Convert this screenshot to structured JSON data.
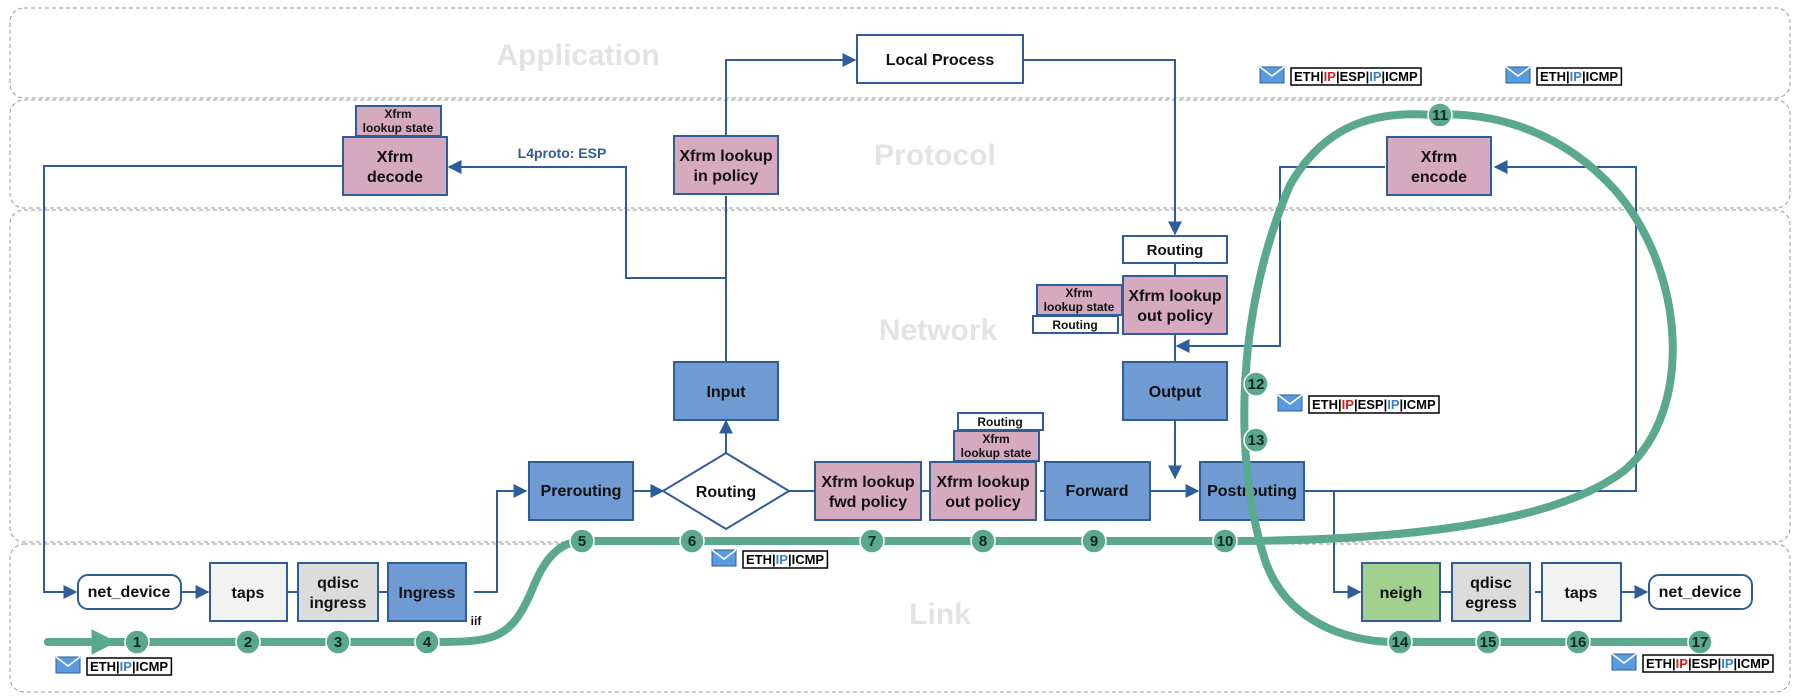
{
  "colors": {
    "blue_box": "#6f9ad2",
    "blue_stroke": "#2e5d9a",
    "pink_box": "#d5a9be",
    "green_box": "#a4d08f",
    "gray_box": "#dcdcdc",
    "light_box": "#f2f2f2",
    "path_green": "#5aa88d",
    "arrow_blue": "#2e5d9a",
    "header_red": "#d62020",
    "header_blue": "#3a7fd0"
  },
  "layers": {
    "application": "Application",
    "protocol": "Protocol",
    "network": "Network",
    "link": "Link"
  },
  "nodes": {
    "local_process": "Local Process",
    "xfrm_lookup_in_l1": "Xfrm lookup",
    "xfrm_lookup_in_l2": "in policy",
    "xfrm_decode_l1": "Xfrm",
    "xfrm_decode_l2": "decode",
    "xfrm_decode_state_l1": "Xfrm",
    "xfrm_decode_state_l2": "lookup state",
    "l4proto_label": "L4proto: ESP",
    "xfrm_encode_l1": "Xfrm",
    "xfrm_encode_l2": "encode",
    "routing_out": "Routing",
    "xfrm_lookup_out_l1": "Xfrm lookup",
    "xfrm_lookup_out_l2": "out policy",
    "out_state_l1": "Xfrm",
    "out_state_l2": "lookup state",
    "out_routing_small": "Routing",
    "input": "Input",
    "output": "Output",
    "prerouting": "Prerouting",
    "routing_diamond": "Routing",
    "xfrm_fwd_l1": "Xfrm lookup",
    "xfrm_fwd_l2": "fwd policy",
    "xfrm_out2_l1": "Xfrm lookup",
    "xfrm_out2_l2": "out policy",
    "fwd_routing_small": "Routing",
    "fwd_state_l1": "Xfrm",
    "fwd_state_l2": "lookup state",
    "forward": "Forward",
    "postrouting": "Postrouting",
    "net_device_in": "net_device",
    "taps_in": "taps",
    "qdisc_ingress_l1": "qdisc",
    "qdisc_ingress_l2": "ingress",
    "ingress": "Ingress",
    "iif": "iif",
    "neigh": "neigh",
    "qdisc_egress_l1": "qdisc",
    "qdisc_egress_l2": "egress",
    "taps_out": "taps",
    "net_device_out": "net_device"
  },
  "path_steps": [
    "1",
    "2",
    "3",
    "4",
    "5",
    "6",
    "7",
    "8",
    "9",
    "10",
    "11",
    "12",
    "13",
    "14",
    "15",
    "16",
    "17"
  ],
  "packets": {
    "p_bottom_left": [
      {
        "t": "ETH",
        "c": "black"
      },
      {
        "t": "|",
        "c": "black"
      },
      {
        "t": "IP",
        "c": "blue"
      },
      {
        "t": "|",
        "c": "black"
      },
      {
        "t": "ICMP",
        "c": "black"
      }
    ],
    "p_mid": [
      {
        "t": "ETH",
        "c": "black"
      },
      {
        "t": "|",
        "c": "black"
      },
      {
        "t": "IP",
        "c": "blue"
      },
      {
        "t": "|",
        "c": "black"
      },
      {
        "t": "ICMP",
        "c": "black"
      }
    ],
    "p_top_enc": [
      {
        "t": "ETH",
        "c": "black"
      },
      {
        "t": "|",
        "c": "black"
      },
      {
        "t": "IP",
        "c": "red"
      },
      {
        "t": "|",
        "c": "black"
      },
      {
        "t": "ESP",
        "c": "black"
      },
      {
        "t": "|",
        "c": "black"
      },
      {
        "t": "IP",
        "c": "blue"
      },
      {
        "t": "|",
        "c": "black"
      },
      {
        "t": "ICMP",
        "c": "black"
      }
    ],
    "p_top_plain": [
      {
        "t": "ETH",
        "c": "black"
      },
      {
        "t": "|",
        "c": "black"
      },
      {
        "t": "IP",
        "c": "blue"
      },
      {
        "t": "|",
        "c": "black"
      },
      {
        "t": "ICMP",
        "c": "black"
      }
    ],
    "p_right_enc": [
      {
        "t": "ETH",
        "c": "black"
      },
      {
        "t": "|",
        "c": "black"
      },
      {
        "t": "IP",
        "c": "red"
      },
      {
        "t": "|",
        "c": "black"
      },
      {
        "t": "ESP",
        "c": "black"
      },
      {
        "t": "|",
        "c": "black"
      },
      {
        "t": "IP",
        "c": "blue"
      },
      {
        "t": "|",
        "c": "black"
      },
      {
        "t": "ICMP",
        "c": "black"
      }
    ],
    "p_bottom_right": [
      {
        "t": "ETH",
        "c": "black"
      },
      {
        "t": "|",
        "c": "black"
      },
      {
        "t": "IP",
        "c": "red"
      },
      {
        "t": "|",
        "c": "black"
      },
      {
        "t": "ESP",
        "c": "black"
      },
      {
        "t": "|",
        "c": "black"
      },
      {
        "t": "IP",
        "c": "blue"
      },
      {
        "t": "|",
        "c": "black"
      },
      {
        "t": "ICMP",
        "c": "black"
      }
    ]
  }
}
